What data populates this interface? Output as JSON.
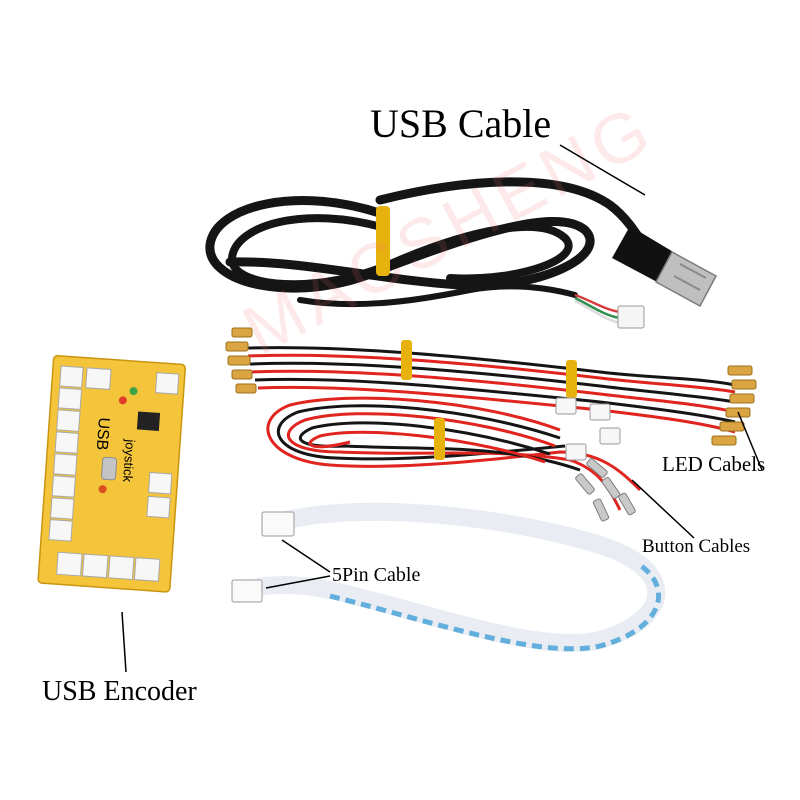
{
  "labels": {
    "usb_cable": "USB Cable",
    "led_cables": "LED Cabels",
    "button_cables": "Button Cables",
    "pin_cable": "5Pin Cable",
    "usb_encoder": "USB Encoder"
  },
  "board": {
    "print_usb": "USB",
    "print_joystick": "joystick"
  },
  "watermark": "MACSHENG",
  "colors": {
    "background": "#ffffff",
    "board": "#f4c43a",
    "cable_black": "#151515",
    "wire_red": "#e0241f",
    "tie": "#e8b20e",
    "terminal": "#d9a441",
    "ribbon_white": "#e9edf3",
    "ribbon_blue": "#4aa3d8"
  }
}
